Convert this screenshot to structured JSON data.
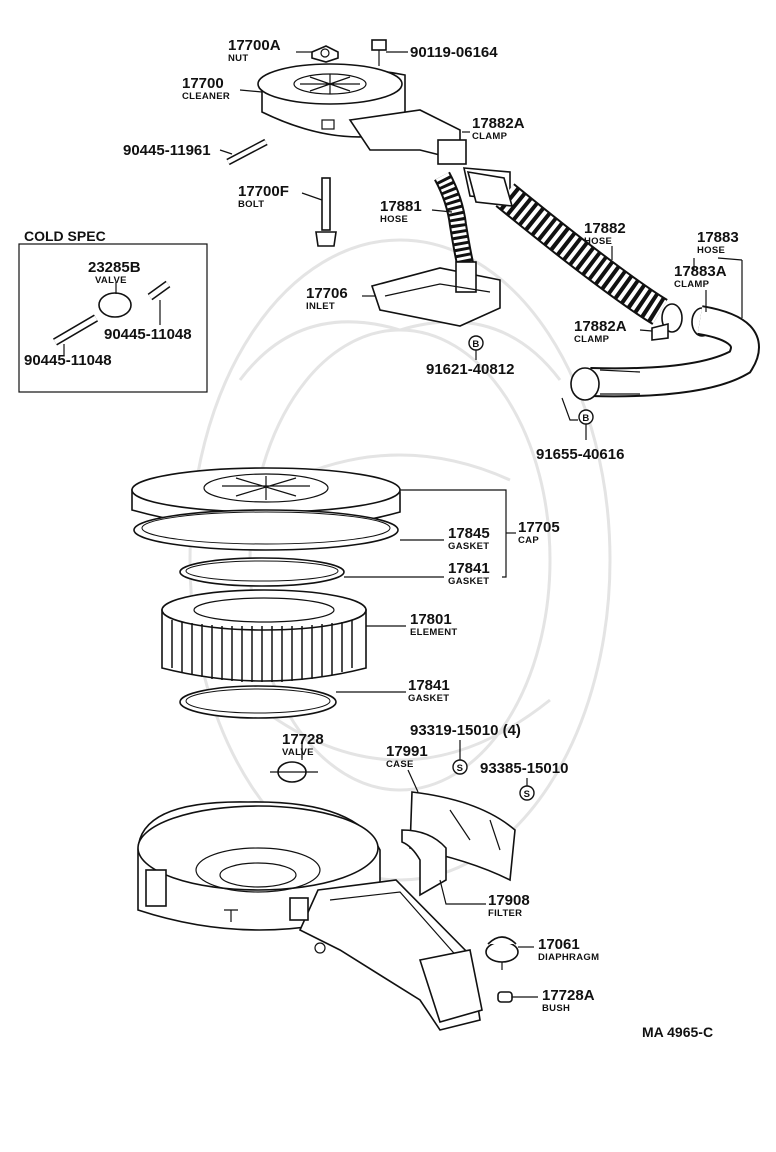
{
  "callouts": [
    {
      "number": "17700A",
      "name": "NUT"
    },
    {
      "number": "90119-06164",
      "name": ""
    },
    {
      "number": "17700",
      "name": "CLEANER"
    },
    {
      "number": "17882A",
      "name": "CLAMP"
    },
    {
      "number": "90445-11961",
      "name": ""
    },
    {
      "number": "17700F",
      "name": "BOLT"
    },
    {
      "number": "17881",
      "name": "HOSE"
    },
    {
      "number": "17882",
      "name": "HOSE"
    },
    {
      "number": "17883",
      "name": "HOSE"
    },
    {
      "number": "17883A",
      "name": "CLAMP"
    },
    {
      "number": "17706",
      "name": "INLET"
    },
    {
      "number": "17882A",
      "name": "CLAMP"
    },
    {
      "number": "91621-40812",
      "name": ""
    },
    {
      "number": "91655-40616",
      "name": ""
    },
    {
      "number": "17845",
      "name": "GASKET"
    },
    {
      "number": "17705",
      "name": "CAP"
    },
    {
      "number": "17841",
      "name": "GASKET"
    },
    {
      "number": "17801",
      "name": "ELEMENT"
    },
    {
      "number": "17841",
      "name": "GASKET"
    },
    {
      "number": "93319-15010 (4)",
      "name": ""
    },
    {
      "number": "17728",
      "name": "VALVE"
    },
    {
      "number": "17991",
      "name": "CASE"
    },
    {
      "number": "93385-15010",
      "name": ""
    },
    {
      "number": "17908",
      "name": "FILTER"
    },
    {
      "number": "17061",
      "name": "DIAPHRAGM"
    },
    {
      "number": "17728A",
      "name": "BUSH"
    }
  ],
  "cold_spec": {
    "title": "COLD SPEC",
    "callouts": [
      {
        "number": "23285B",
        "name": "VALVE"
      },
      {
        "number": "90445-11048",
        "name": ""
      },
      {
        "number": "90445-11048",
        "name": ""
      }
    ]
  },
  "markers": {
    "bolt": "B",
    "screw": "S"
  },
  "figure_ref": "MA 4965-C"
}
